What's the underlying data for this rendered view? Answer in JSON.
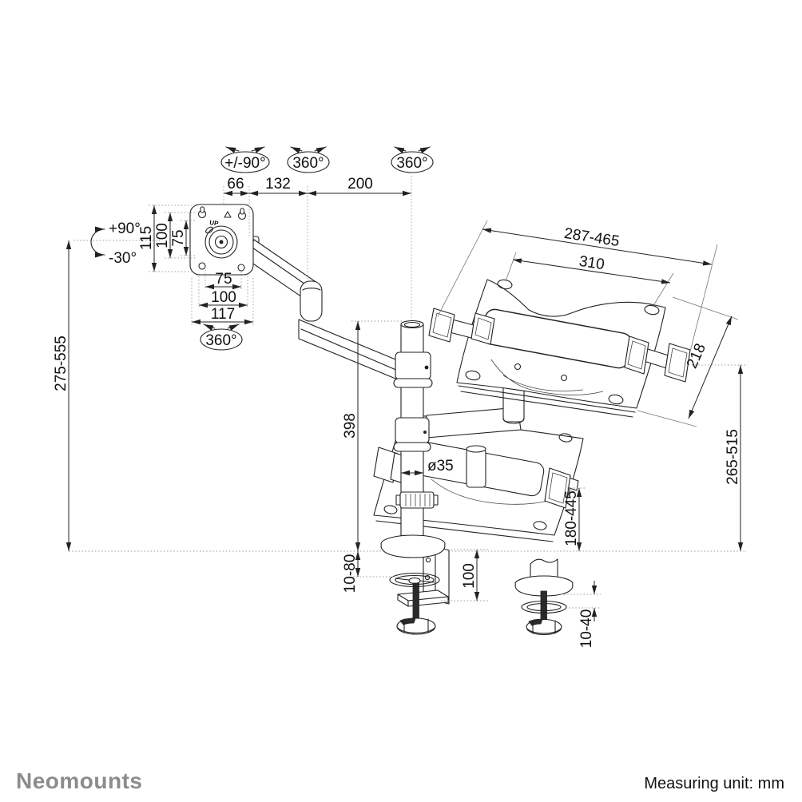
{
  "footer": {
    "brand": "Neomounts",
    "note": "Measuring unit: mm"
  },
  "rotations": {
    "vesa_tilt_range": "+/-90°",
    "elbow_swivel": "360°",
    "pole_swivel": "360°",
    "vesa_rotate": "360°",
    "tilt_up": "+90°",
    "tilt_down": "-30°"
  },
  "dims": {
    "arm_front": "66",
    "arm_mid": "132",
    "arm_rear": "200",
    "vesa_plate_height": "115",
    "vesa_hole_height": "100",
    "vesa_hole_height_small": "75",
    "vesa_hole_width_small": "75",
    "vesa_hole_width": "100",
    "vesa_plate_width": "117",
    "monitor_height_range": "275-555",
    "pole_height": "398",
    "pole_diameter": "ø35",
    "tray_width_range": "287-465",
    "tray_inner_width": "310",
    "tray_depth": "218",
    "tray_height_range": "265-515",
    "tray_low_range": "180-445",
    "clamp_thickness_range": "10-80",
    "clamp_height": "100",
    "grommet_thickness_range": "10-40"
  },
  "plate": {
    "up_label": "UP"
  }
}
